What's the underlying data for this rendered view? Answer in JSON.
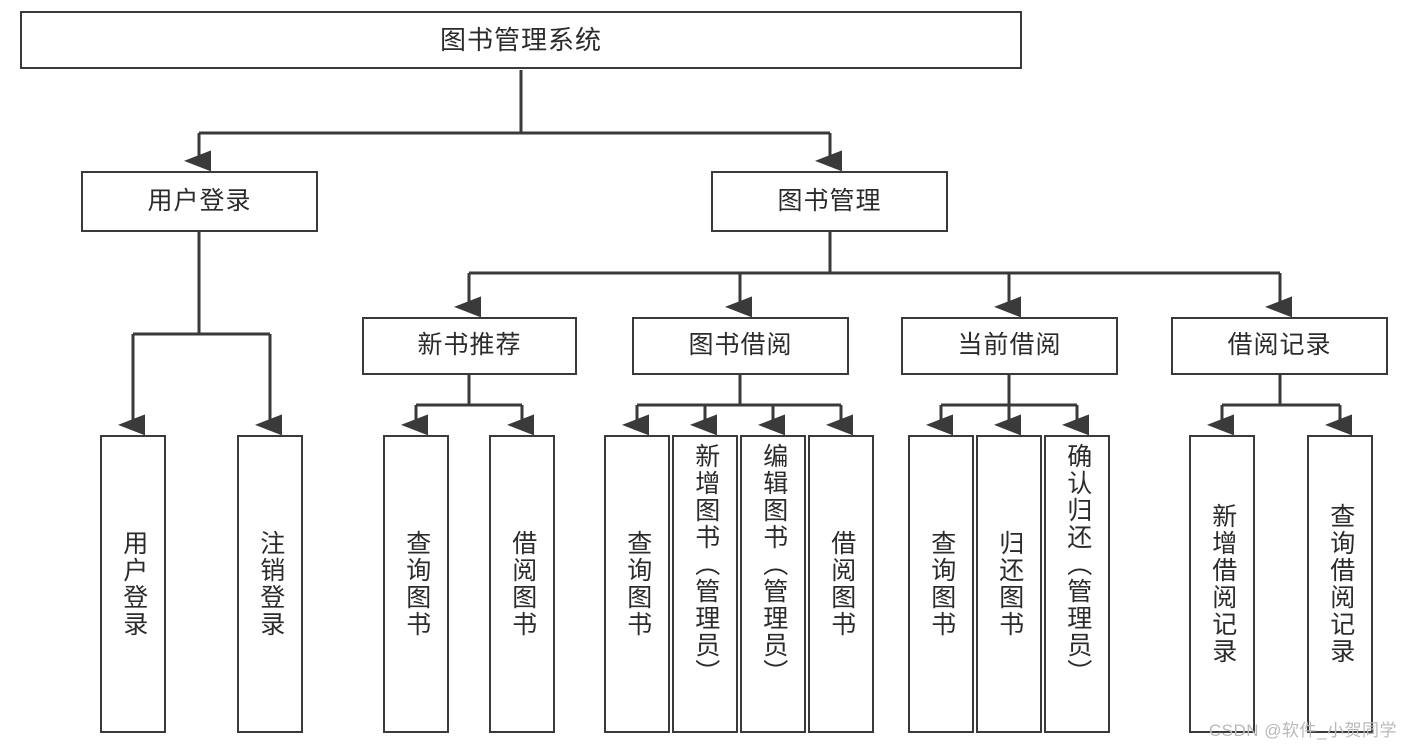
{
  "diagram": {
    "title_node": {
      "label": "图书管理系统"
    },
    "level2": [
      {
        "id": "user-login",
        "label": "用户登录"
      },
      {
        "id": "book-management",
        "label": "图书管理"
      }
    ],
    "level3": [
      {
        "id": "new-book-recommend",
        "label": "新书推荐"
      },
      {
        "id": "book-borrow",
        "label": "图书借阅"
      },
      {
        "id": "current-borrow",
        "label": "当前借阅"
      },
      {
        "id": "borrow-record",
        "label": "借阅记录"
      }
    ],
    "leaves": {
      "user_login": [
        {
          "id": "leaf-user-login",
          "label": "用户登录"
        },
        {
          "id": "leaf-user-logout",
          "label": "注销登录"
        }
      ],
      "new_book_recommend": [
        {
          "id": "leaf-query-book-1",
          "label": "查询图书"
        },
        {
          "id": "leaf-borrow-book-1",
          "label": "借阅图书"
        }
      ],
      "book_borrow": [
        {
          "id": "leaf-query-book-2",
          "label": "查询图书"
        },
        {
          "id": "leaf-add-book",
          "label": "新增图书（管理员）"
        },
        {
          "id": "leaf-edit-book",
          "label": "编辑图书（管理员）"
        },
        {
          "id": "leaf-borrow-book-2",
          "label": "借阅图书"
        }
      ],
      "current_borrow": [
        {
          "id": "leaf-query-book-3",
          "label": "查询图书"
        },
        {
          "id": "leaf-return-book",
          "label": "归还图书"
        },
        {
          "id": "leaf-confirm-return",
          "label": "确认归还（管理员）"
        }
      ],
      "borrow_record": [
        {
          "id": "leaf-add-record",
          "label": "新增借阅记录"
        },
        {
          "id": "leaf-query-record",
          "label": "查询借阅记录"
        }
      ]
    }
  },
  "watermark": {
    "text": "CSDN @软件_小贺同学"
  },
  "colors": {
    "border": "#3a3a3a",
    "text": "#2b2b2b",
    "background": "#ffffff",
    "watermark": "#b9b9b9"
  }
}
